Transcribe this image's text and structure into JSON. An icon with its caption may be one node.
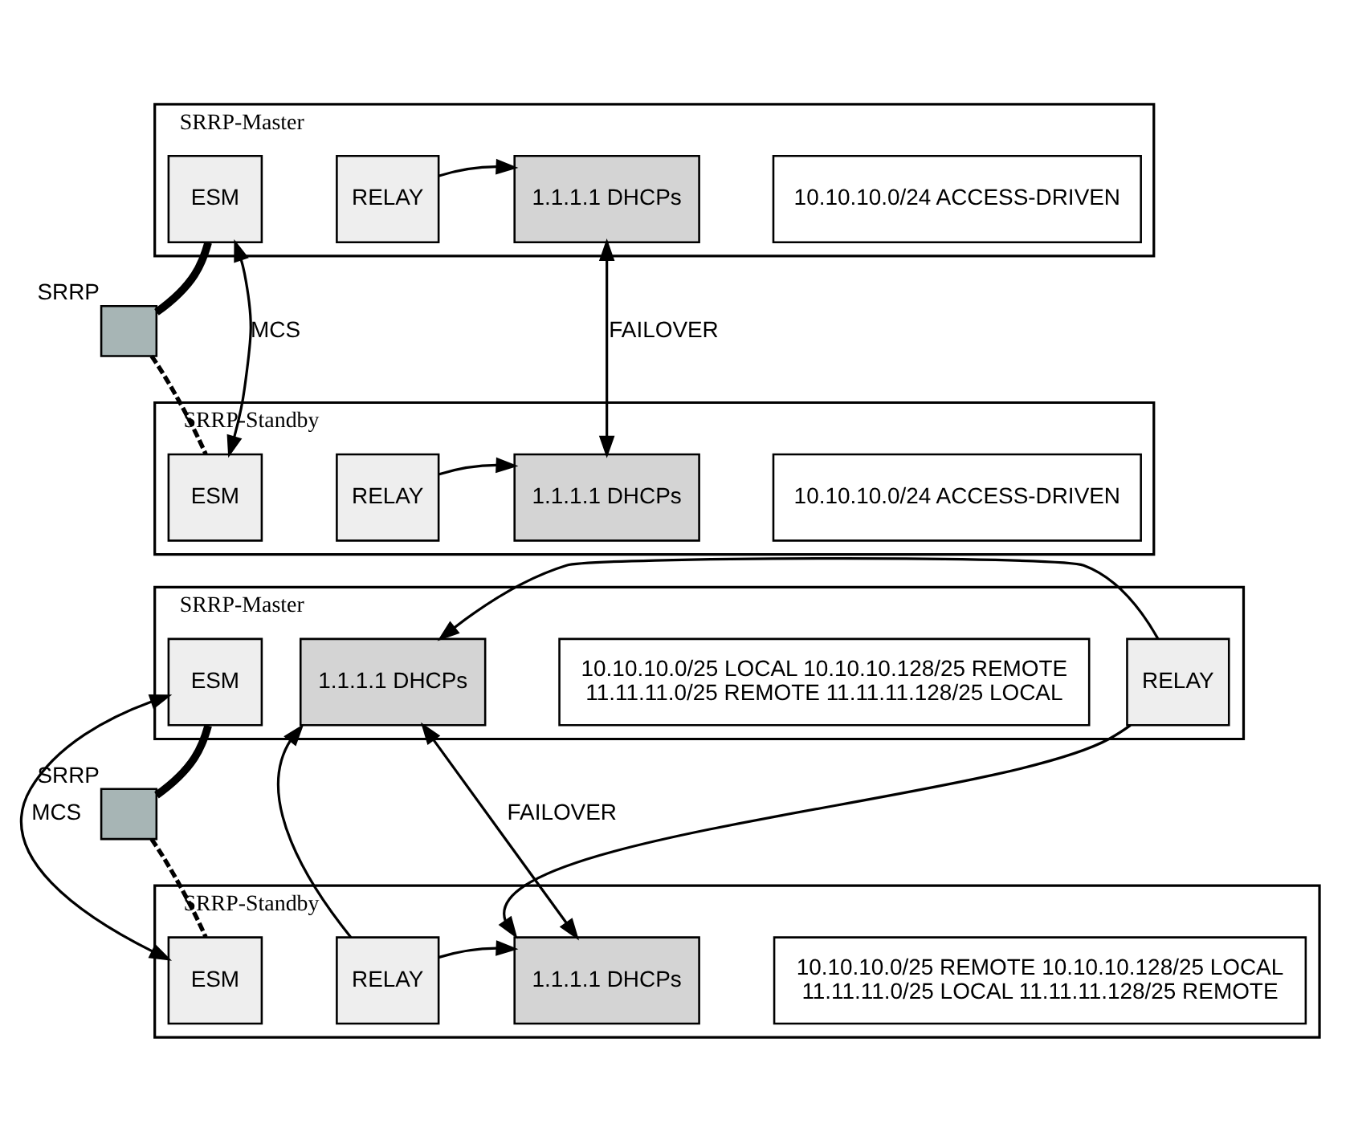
{
  "diagram": {
    "nodes": [
      {
        "text": [
          "SRRP-Master"
        ]
      },
      {
        "text": [
          "ESM"
        ],
        "in": 0
      },
      {
        "text": [
          "RELAY"
        ],
        "in": 0
      },
      {
        "text": [
          "1.1.1.1 DHCPs"
        ],
        "in": 0
      },
      {
        "text": [
          "10.10.10.0/24 ACCESS-DRIVEN"
        ],
        "in": 0
      },
      {
        "text": [],
        "shape": "box",
        "beside": [
          "SRRP"
        ]
      },
      {
        "text": [
          "SRRP-Standby"
        ]
      },
      {
        "text": [
          "ESM"
        ],
        "in": 6
      },
      {
        "text": [
          "RELAY"
        ],
        "in": 6
      },
      {
        "text": [
          "1.1.1.1 DHCPs"
        ],
        "in": 6
      },
      {
        "text": [
          "10.10.10.0/24 ACCESS-DRIVEN"
        ],
        "in": 6
      },
      {
        "text": [
          "SRRP-Master"
        ]
      },
      {
        "text": [
          "ESM"
        ],
        "in": 11
      },
      {
        "text": [
          "RELAY"
        ],
        "in": 11
      },
      {
        "text": [
          "1.1.1.1 DHCPs"
        ],
        "in": 11
      },
      {
        "text": [
          "10.10.10.0/25 LOCAL 10.10.10.128/25 REMOTE",
          "11.11.11.0/25 REMOTE 11.11.11.128/25 LOCAL"
        ],
        "in": 11
      },
      {
        "text": [],
        "shape": "box",
        "beside": [
          "SRRP"
        ]
      },
      {
        "text": [
          "SRRP-Standby"
        ]
      },
      {
        "text": [
          "ESM"
        ],
        "in": 17
      },
      {
        "text": [
          "RELAY"
        ],
        "in": 17
      },
      {
        "text": [
          "1.1.1.1 DHCPs"
        ],
        "in": 17
      },
      {
        "text": [
          "10.10.10.0/25 REMOTE 10.10.10.128/25 LOCAL",
          "11.11.11.0/25 LOCAL 11.11.11.128/25 REMOTE"
        ],
        "in": 17
      }
    ],
    "edges": [
      {
        "from": 2,
        "to": 3,
        "arrow": "to"
      },
      {
        "from": 5,
        "to": 1,
        "arrow": "none",
        "style": "thick"
      },
      {
        "from": 5,
        "to": 7,
        "arrow": "none",
        "style": "dashed"
      },
      {
        "from": 1,
        "to": 7,
        "arrow": "both",
        "label": "MCS"
      },
      {
        "from": 3,
        "to": 9,
        "arrow": "both",
        "label": "FAILOVER"
      },
      {
        "from": 8,
        "to": 9,
        "arrow": "to"
      },
      {
        "from": 13,
        "to": 14,
        "arrow": "to"
      },
      {
        "from": 16,
        "to": 12,
        "arrow": "none",
        "style": "thick"
      },
      {
        "from": 16,
        "to": 18,
        "arrow": "none",
        "style": "dashed"
      },
      {
        "from": 12,
        "to": 18,
        "arrow": "both",
        "label": "MCS"
      },
      {
        "from": 14,
        "to": 20,
        "arrow": "both",
        "label": "FAILOVER"
      },
      {
        "from": 13,
        "to": 20,
        "arrow": "to"
      },
      {
        "from": 19,
        "to": 14,
        "arrow": "to"
      },
      {
        "from": 19,
        "to": 20,
        "arrow": "to"
      }
    ]
  }
}
